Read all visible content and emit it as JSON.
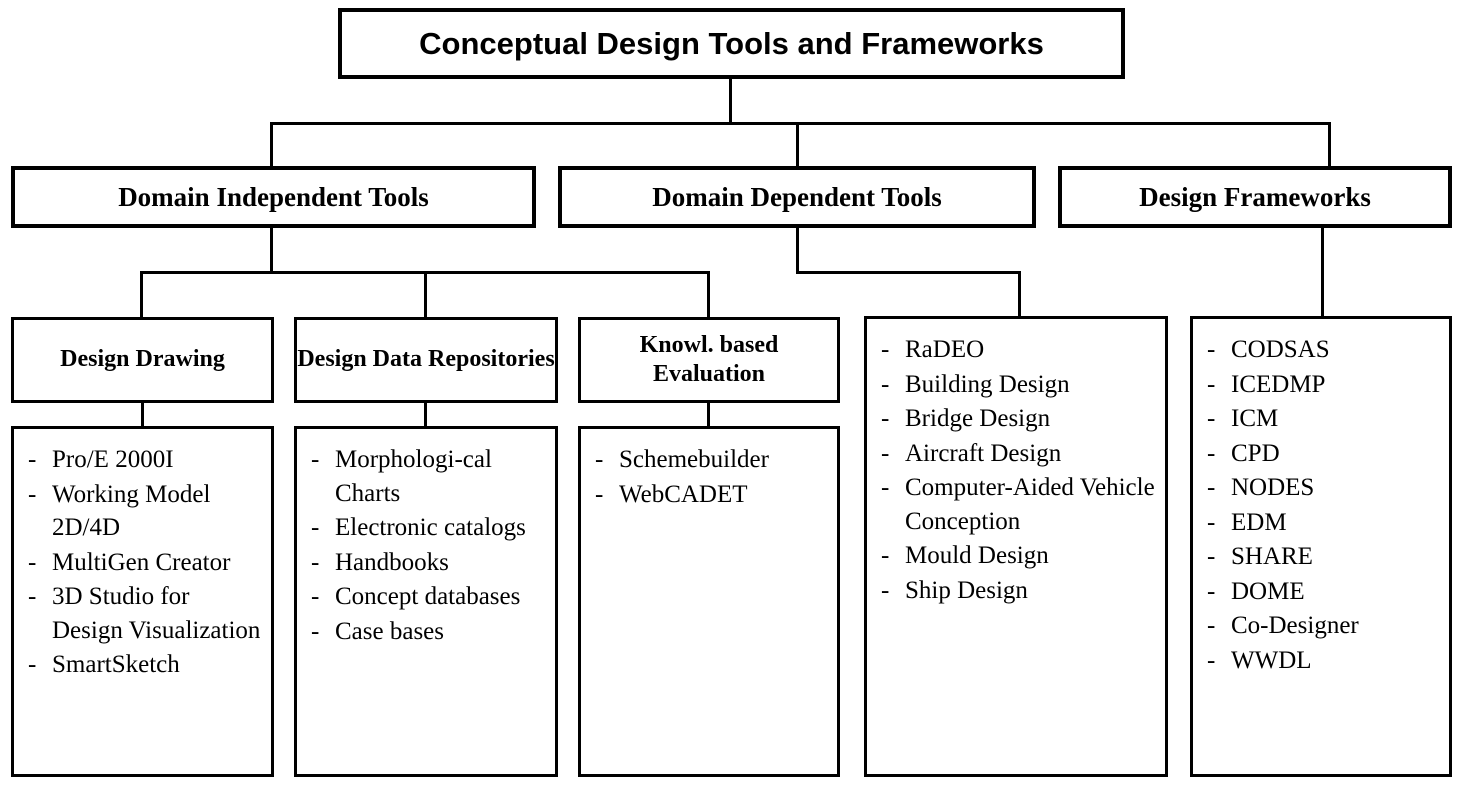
{
  "diagram": {
    "type": "hierarchy-tree",
    "root": {
      "label": "Conceptual Design Tools and Frameworks"
    },
    "categories": [
      {
        "id": "domain-independent-tools",
        "label": "Domain Independent Tools"
      },
      {
        "id": "domain-dependent-tools",
        "label": "Domain Dependent Tools"
      },
      {
        "id": "design-frameworks",
        "label": "Design Frameworks"
      }
    ],
    "columns": [
      {
        "id": "design-drawing",
        "parent": "domain-independent-tools",
        "header": "Design Drawing",
        "items": [
          "Pro/E 2000I",
          "Working Model 2D/4D",
          "MultiGen Creator",
          "3D Studio for Design Visualization",
          "SmartSketch"
        ]
      },
      {
        "id": "design-data-repositories",
        "parent": "domain-independent-tools",
        "header": "Design Data Repositories",
        "items": [
          "Morphologi-cal Charts",
          "Electronic catalogs",
          "Handbooks",
          "Concept databases",
          "Case bases"
        ]
      },
      {
        "id": "knowl-based-evaluation",
        "parent": "domain-independent-tools",
        "header": "Knowl. based Evaluation",
        "items": [
          "Schemebuilder",
          "WebCADET"
        ]
      },
      {
        "id": "domain-dependent-list",
        "parent": "domain-dependent-tools",
        "header": "",
        "items": [
          "RaDEO",
          "Building Design",
          "Bridge Design",
          "Aircraft Design",
          "Computer-Aided Vehicle Conception",
          "Mould Design",
          "Ship Design"
        ]
      },
      {
        "id": "design-frameworks-list",
        "parent": "design-frameworks",
        "header": "",
        "items": [
          "CODSAS",
          "ICEDMP",
          "ICM",
          "CPD",
          "NODES",
          "EDM",
          "SHARE",
          "DOME",
          "Co-Designer",
          "WWDL"
        ]
      }
    ],
    "bullet": "-",
    "colors": {
      "line": "#000000",
      "text": "#000000",
      "background": "#ffffff"
    }
  }
}
